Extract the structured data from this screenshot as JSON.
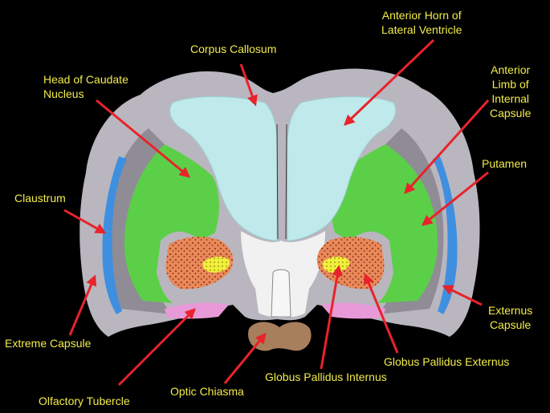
{
  "colors": {
    "background": "#000000",
    "label_text": "#f2ec4a",
    "arrow": "#e8232a",
    "white_matter": "#b9b6bf",
    "ventricle": "#bfe9ea",
    "striatum_green": "#5ccf48",
    "globus_pallidus": "#e9895a",
    "globus_pallidus_internus": "#f2ee3b",
    "claustrum_blue": "#3f8fe0",
    "olfactory_pink": "#e79ad7",
    "optic_chiasma": "#a77f5c",
    "midline_white": "#f1f1f1"
  },
  "labels": {
    "anterior_horn": "Anterior Horn of\nLateral Ventricle",
    "corpus_callosum": "Corpus Callosum",
    "head_caudate": "Head of Caudate\nNucleus",
    "anterior_limb": "Anterior\nLimb of\nInternal\nCapsule",
    "putamen": "Putamen",
    "claustrum": "Claustrum",
    "externus_capsule": "Externus\nCapsule",
    "extreme_capsule": "Extreme Capsule",
    "globus_pallidus_externus": "Globus Pallidus Externus",
    "globus_pallidus_internus": "Globus Pallidus Internus",
    "optic_chiasma": "Optic Chiasma",
    "olfactory_tubercle": "Olfactory Tubercle"
  }
}
